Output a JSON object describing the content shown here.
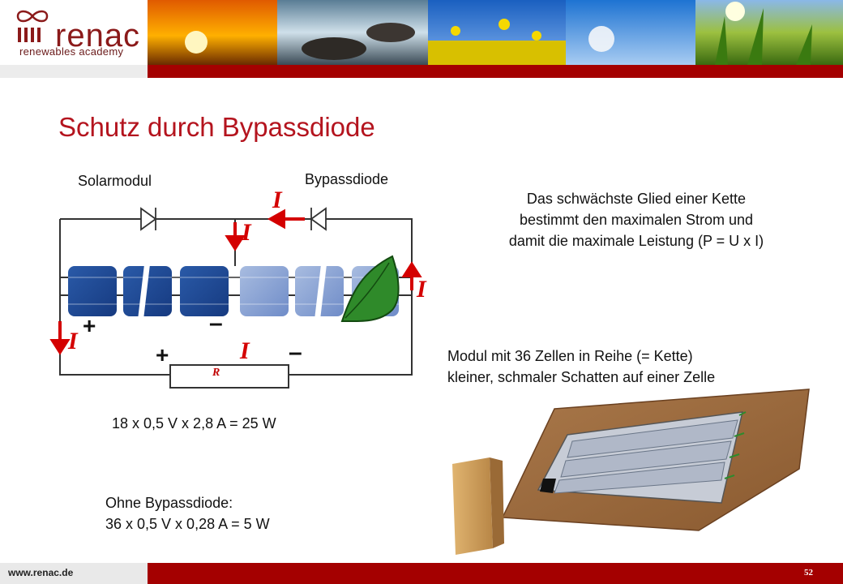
{
  "logo": {
    "name": "renac",
    "tagline": "renewables academy"
  },
  "footer": {
    "url": "www.renac.de",
    "page": "52"
  },
  "title": "Schutz durch Bypassdiode",
  "diagram": {
    "label_module": "Solarmodul",
    "label_diode": "Bypassdiode",
    "current_symbol": "I",
    "plus": "+",
    "minus": "–",
    "resistor": "R",
    "calc_with": "18 x 0,5 V x 2,8 A = 25 W",
    "without_title": "Ohne Bypassdiode:",
    "calc_without": "36 x 0,5 V x 0,28 A = 5 W"
  },
  "explanation": {
    "line1": "Das schwächste Glied einer Kette",
    "line2": "bestimmt den maximalen Strom und",
    "line3": "damit die maximale Leistung (P = U x I)"
  },
  "module_caption": {
    "line1": "Modul mit 36 Zellen in Reihe (= Kette)",
    "line2": "kleiner, schmaler Schatten auf einer Zelle"
  },
  "colors": {
    "brand": "#a40000",
    "title": "#b4141e",
    "current": "#d40000"
  }
}
